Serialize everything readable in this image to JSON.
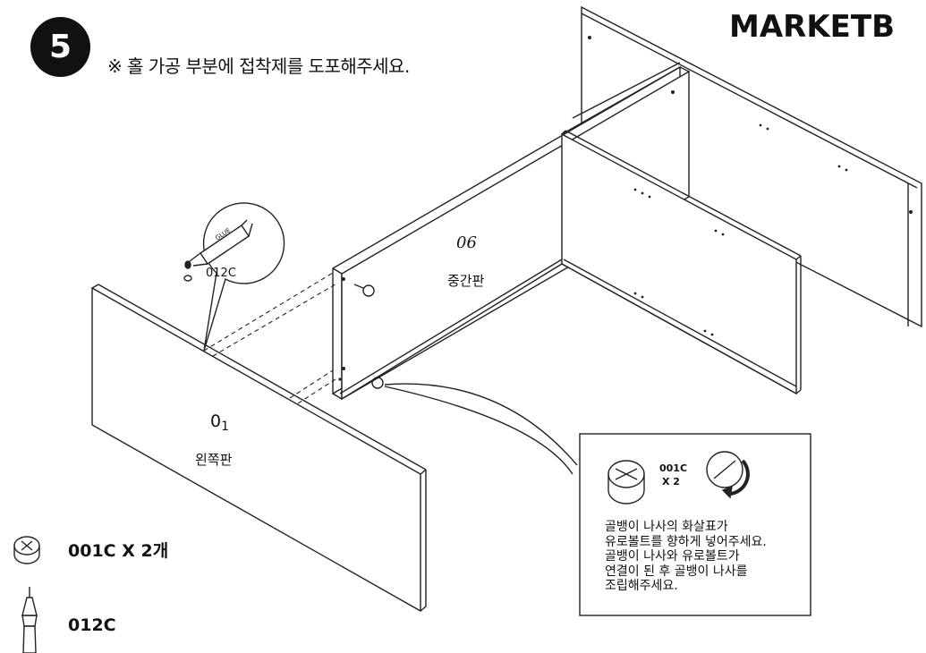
{
  "step": {
    "number": "5"
  },
  "instruction": "※ 홀 가공 부분에 접착제를 도포해주세요.",
  "brand": "MARKETB",
  "panels": {
    "middle": {
      "number": "06",
      "name": "중간판"
    },
    "left": {
      "number_main": "0",
      "number_sub": "1",
      "name": "왼쪽판"
    }
  },
  "callout": {
    "glue_label": "GLUE",
    "code": "012C"
  },
  "info_box": {
    "part_code": "001C",
    "quantity": "X 2",
    "lines": [
      "골뱅이 나사의 화살표가",
      "유로볼트를 향하게 넣어주세요.",
      "골뱅이 나사와 유로볼트가",
      "연결이 된 후 골뱅이 나사를",
      "조립해주세요."
    ]
  },
  "parts_list": [
    {
      "icon": "cam-lock-icon",
      "label": "001C X 2개"
    },
    {
      "icon": "glue-tube-icon",
      "label": "012C"
    }
  ]
}
